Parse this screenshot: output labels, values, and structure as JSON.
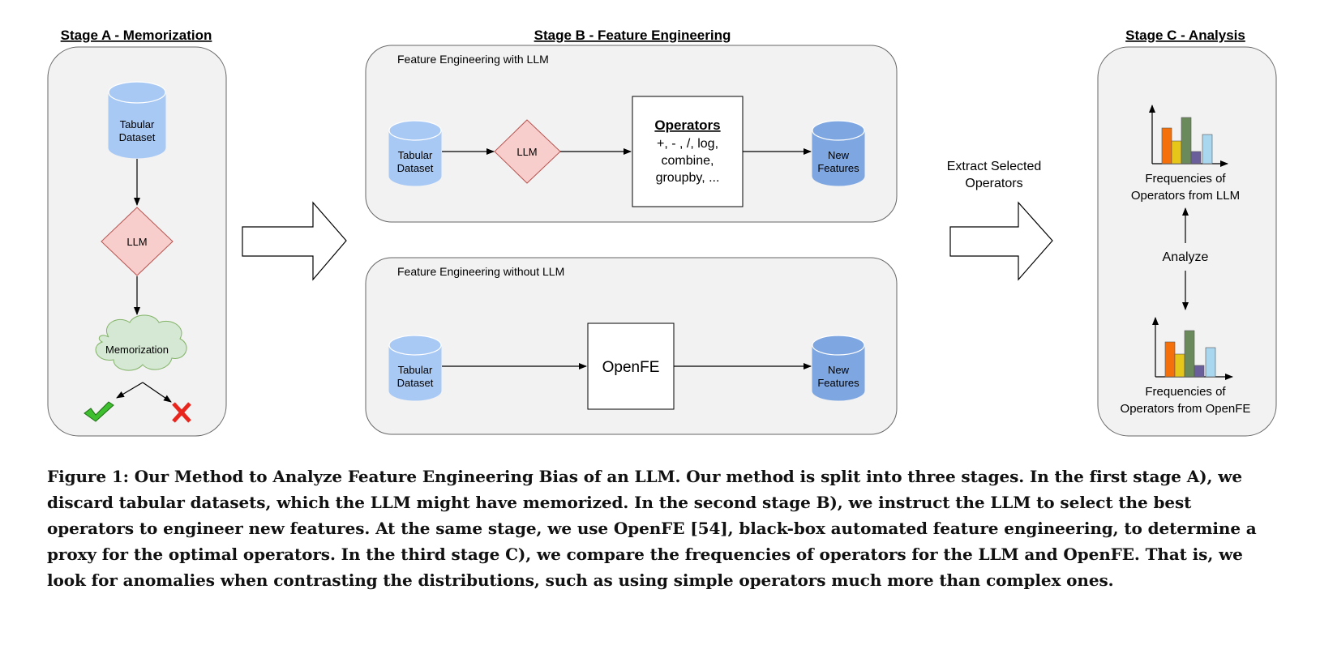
{
  "stages": {
    "a": {
      "title": "Stage A - Memorization"
    },
    "b": {
      "title": "Stage B - Feature Engineering"
    },
    "c": {
      "title": "Stage C - Analysis"
    }
  },
  "stage_a": {
    "dataset": [
      "Tabular",
      "Dataset"
    ],
    "llm": "LLM",
    "memorization": "Memorization"
  },
  "stage_b": {
    "with_llm": {
      "title": "Feature Engineering with LLM",
      "dataset": [
        "Tabular",
        "Dataset"
      ],
      "llm": "LLM",
      "operators_title": "Operators",
      "operators_lines": [
        "+, - , /, log,",
        "combine,",
        "groupby, ..."
      ],
      "output": [
        "New",
        "Features"
      ]
    },
    "without_llm": {
      "title": "Feature Engineering without LLM",
      "dataset": [
        "Tabular",
        "Dataset"
      ],
      "tool": "OpenFE",
      "output": [
        "New",
        "Features"
      ]
    }
  },
  "extract_label": [
    "Extract Selected",
    "Operators"
  ],
  "stage_c": {
    "top_label": [
      "Frequencies of",
      "Operators from LLM"
    ],
    "analyze": "Analyze",
    "bottom_label": [
      "Frequencies of",
      "Operators from OpenFE"
    ]
  },
  "caption": "Figure 1: Our Method to Analyze Feature Engineering Bias of an LLM. Our method is split into three stages. In the first stage A), we discard tabular datasets, which the LLM might have memorized. In the second stage B), we instruct the LLM to select the best operators to engineer new features. At the same stage, we use OpenFE [54], black-box automated feature engineering, to determine a proxy for the optimal operators. In the third stage C), we compare the frequencies of operators for the LLM and OpenFE. That is, we look for anomalies when contrasting the distributions, such as using simple operators much more than complex ones.",
  "colors": {
    "panel_fill": "#f2f2f2",
    "panel_stroke": "#666666",
    "db_light": "#a9c9f5",
    "db_dark": "#7ea6e0",
    "llm_fill": "#f8cecc",
    "llm_stroke": "#b85450",
    "cloud_fill": "#d5e8d4",
    "cloud_stroke": "#82b366",
    "bar_colors": [
      "#f5700a",
      "#e6c619",
      "#6a8a5c",
      "#6a5f9a",
      "#a9d7ef"
    ]
  }
}
